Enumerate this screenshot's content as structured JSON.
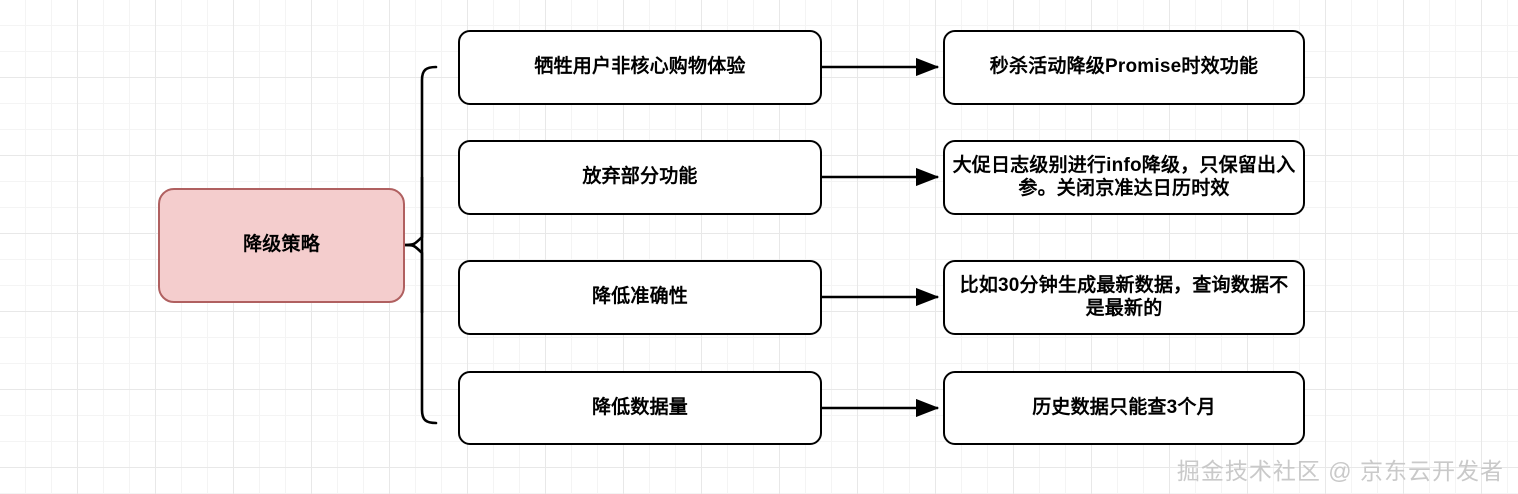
{
  "diagram": {
    "type": "mind-map",
    "root": {
      "label": "降级策略",
      "fill": "#f4cdcd",
      "stroke": "#b06060"
    },
    "branches": [
      {
        "category": "牺牲用户非核心购物体验",
        "detail": "秒杀活动降级Promise时效功能"
      },
      {
        "category": "放弃部分功能",
        "detail": "大促日志级别进行info降级，只保留出入参。关闭京准达日历时效"
      },
      {
        "category": "降低准确性",
        "detail": "比如30分钟生成最新数据，查询数据不是最新的"
      },
      {
        "category": "降低数据量",
        "detail": "历史数据只能查3个月"
      }
    ]
  },
  "watermark": {
    "text": "掘金技术社区 @ 京东云开发者",
    "color": "#c9c9c9"
  }
}
